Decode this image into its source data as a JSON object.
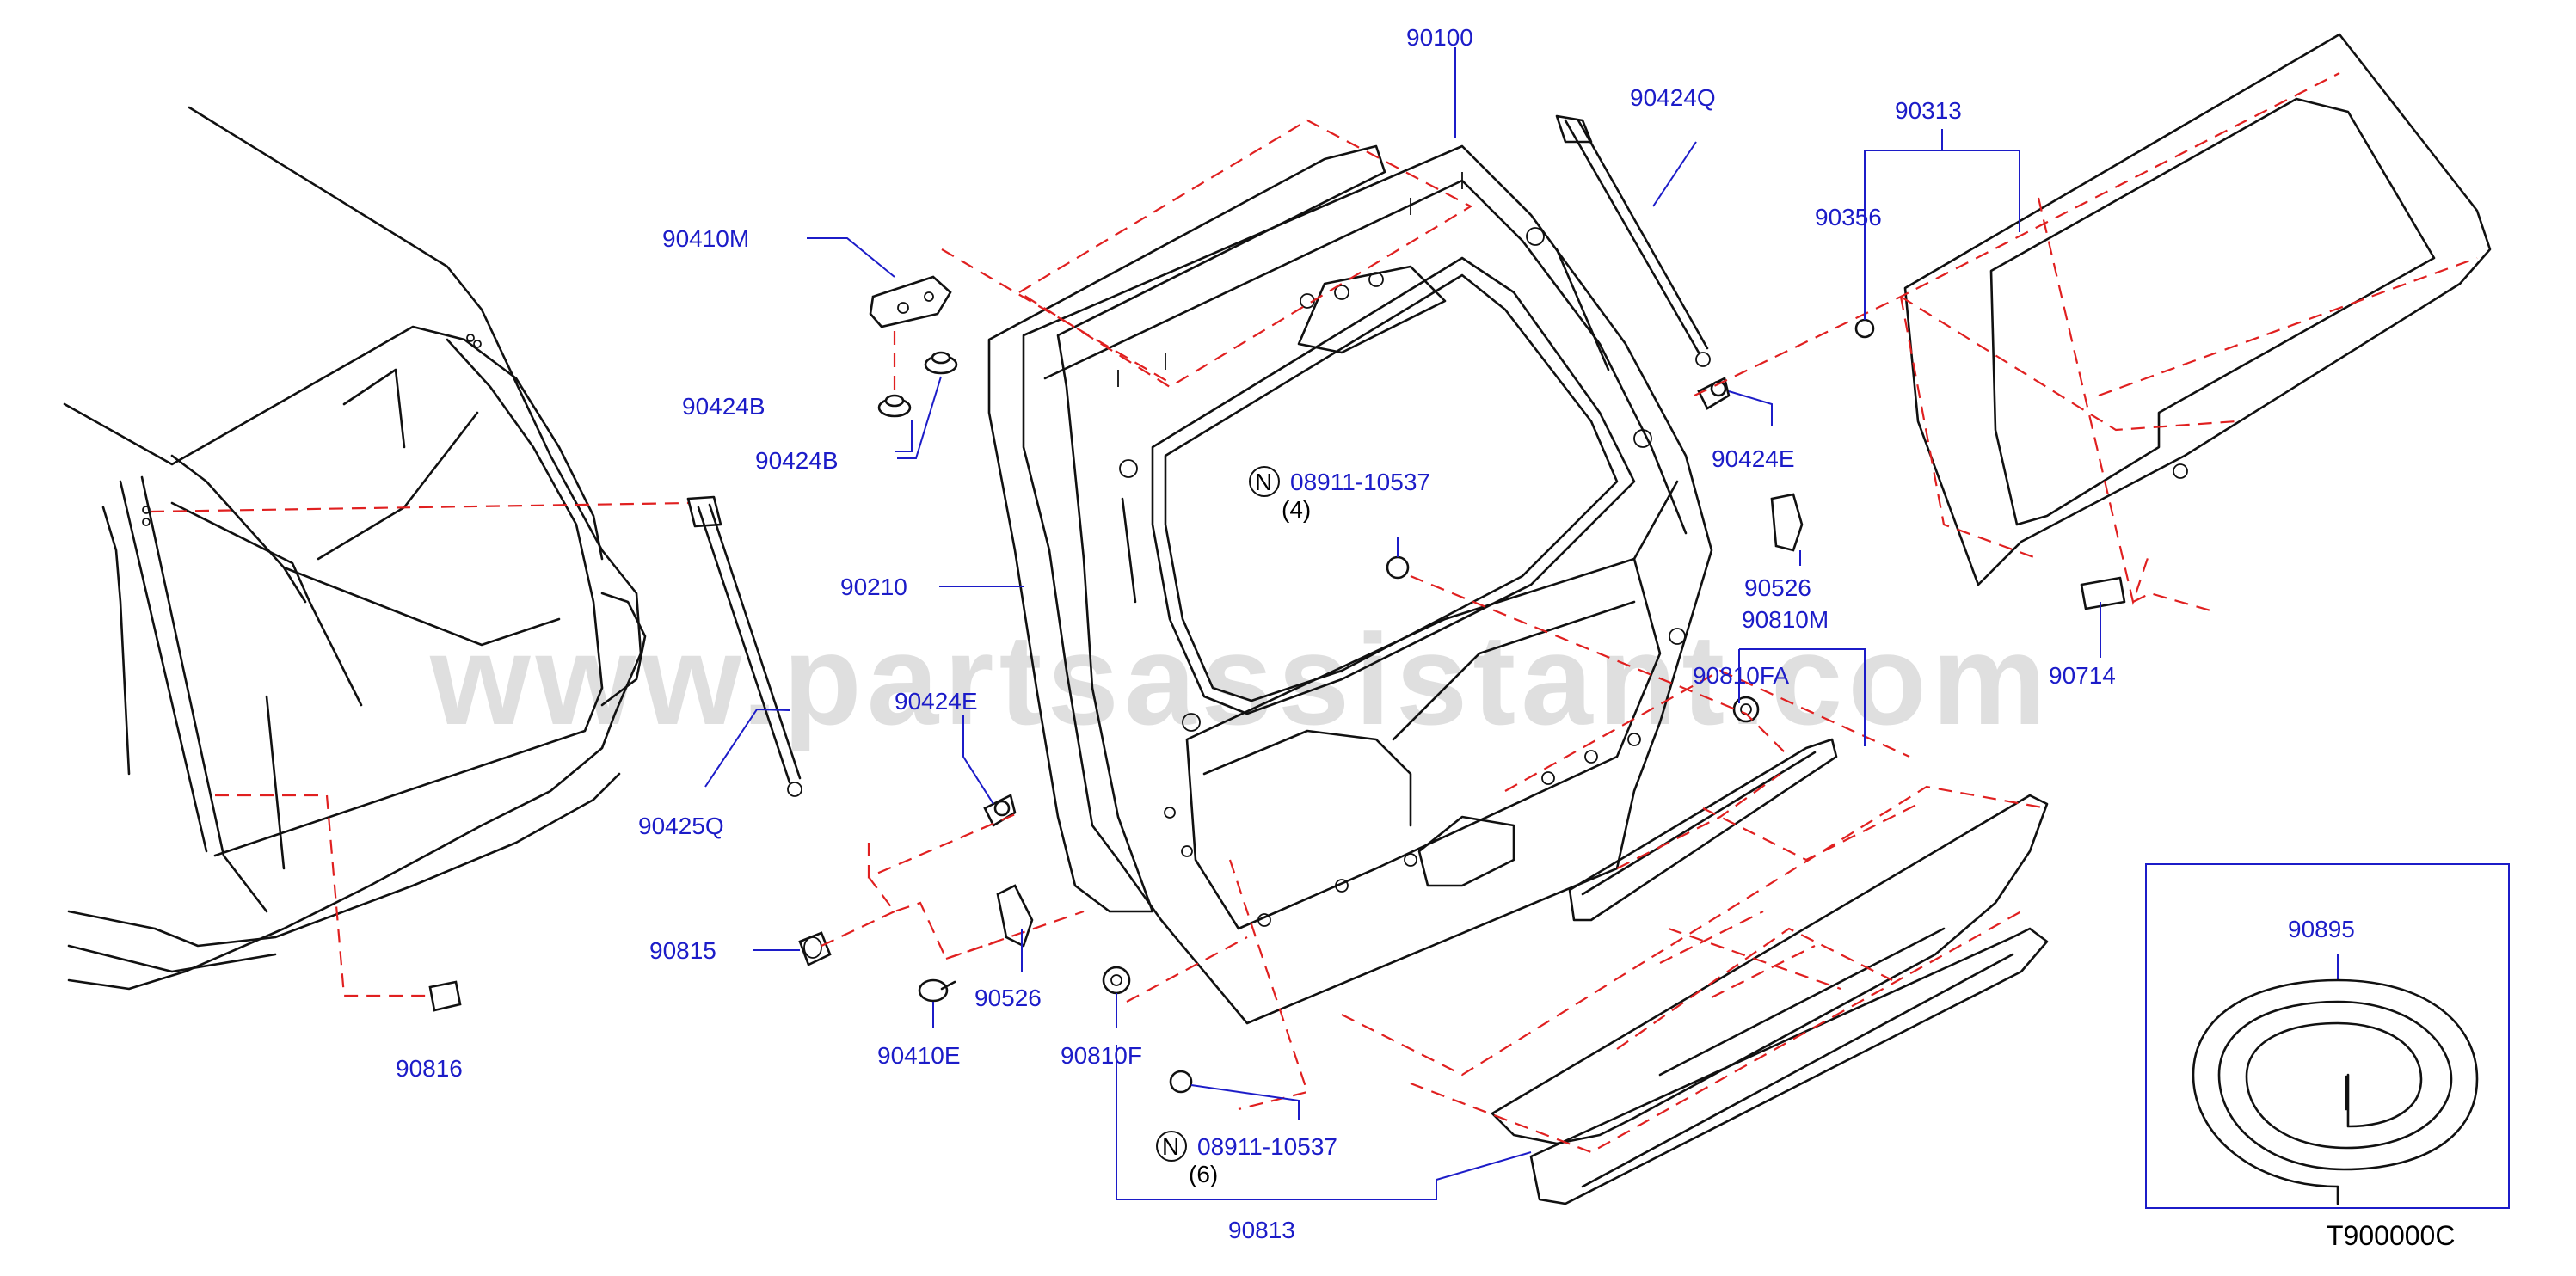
{
  "diagram": {
    "watermark": "www.partsassistant.com",
    "drawing_code": "T900000C",
    "nut_symbol": "N",
    "labels": {
      "p90100": "90100",
      "p90424Q": "90424Q",
      "p90313": "90313",
      "p90356": "90356",
      "p90410M": "90410M",
      "p90424B_a": "90424B",
      "p90424B_b": "90424B",
      "p90210": "90210",
      "p08911_top": "08911-10537",
      "q4": "(4)",
      "p90424E_r": "90424E",
      "p90526_r": "90526",
      "p90810M": "90810M",
      "p90810FA": "90810FA",
      "p90714": "90714",
      "p90424E_l": "90424E",
      "p90425Q": "90425Q",
      "p90815": "90815",
      "p90526_l": "90526",
      "p90410E": "90410E",
      "p90810F": "90810F",
      "p08911_bot": "08911-10537",
      "q6": "(6)",
      "p90813": "90813",
      "p90816": "90816",
      "p90895": "90895"
    }
  }
}
